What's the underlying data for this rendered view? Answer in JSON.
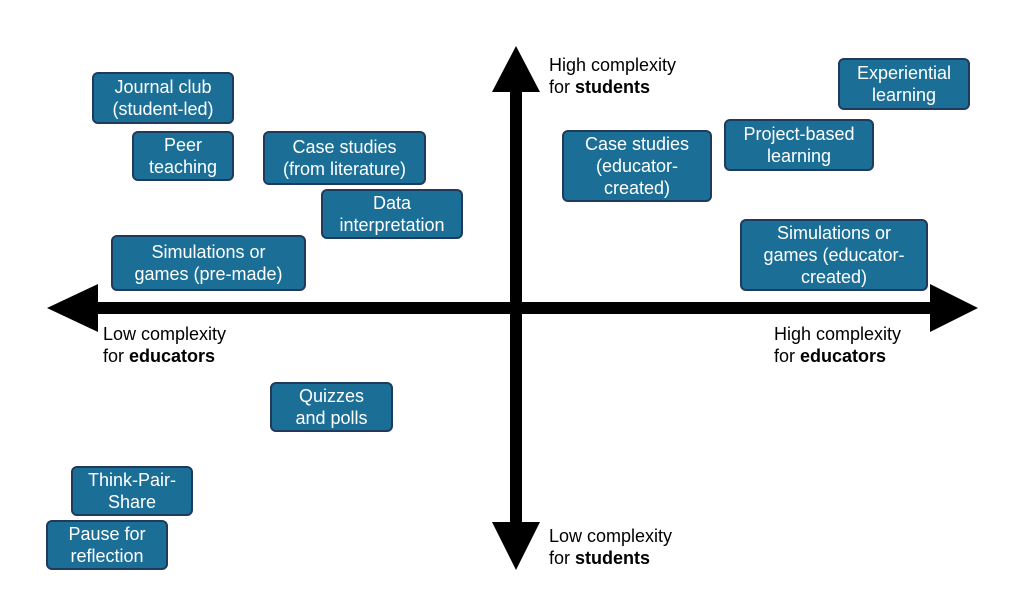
{
  "axes": {
    "top": {
      "line1": "High complexity",
      "line2_prefix": "for ",
      "line2_bold": "students"
    },
    "bottom": {
      "line1": "Low complexity",
      "line2_prefix": "for ",
      "line2_bold": "students"
    },
    "left": {
      "line1": "Low complexity",
      "line2_prefix": "for ",
      "line2_bold": "educators"
    },
    "right": {
      "line1": "High complexity",
      "line2_prefix": "for ",
      "line2_bold": "educators"
    }
  },
  "activities": {
    "journal_club": [
      "Journal club",
      "(student-led)"
    ],
    "peer_teaching": [
      "Peer",
      "teaching"
    ],
    "case_studies_literature": [
      "Case studies",
      "(from literature)"
    ],
    "data_interpretation": [
      "Data",
      "interpretation"
    ],
    "simulations_premade": [
      "Simulations or",
      "games (pre-made)"
    ],
    "quizzes_polls": [
      "Quizzes",
      "and polls"
    ],
    "think_pair_share": [
      "Think-Pair-",
      "Share"
    ],
    "pause_reflection": [
      "Pause for",
      "reflection"
    ],
    "case_studies_educator": [
      "Case studies",
      "(educator-",
      "created)"
    ],
    "project_based": [
      "Project-based",
      "learning"
    ],
    "experiential": [
      "Experiential",
      "learning"
    ],
    "simulations_educator": [
      "Simulations or",
      "games (educator-",
      "created)"
    ]
  },
  "colors": {
    "box_fill": "#1b6f97",
    "box_border": "#1f3a5c",
    "axis": "#000000"
  }
}
